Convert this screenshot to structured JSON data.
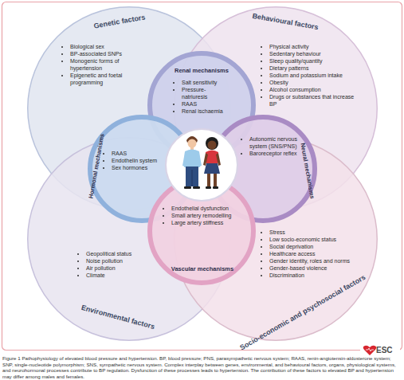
{
  "diagram": {
    "caption": "Figure 1 Pathophysiology of elevated blood pressure and hypertension. BP, blood pressure; PNS, parasympathetic nervous system; RAAS, renin-angiotensin-aldosterone system; SNP, single-nucleotide polymorphism; SNS, sympathetic nervous system. Complex interplay between genes, environmental, and behavioural factors, organs, physiological systems, and neurohormonal processes contribute to BP regulation. Dysfunction of these processes leads to hypertension. The contribution of these factors to elevated BP and hypertension may differ among males and females.",
    "nodes": [
      {
        "text": [
          "Genetic factors",
          "Biological sex",
          "BP-associated SNPs",
          "Monogenic forms of hypertension",
          "Epigenetic and foetal programming"
        ]
      },
      {
        "text": [
          "Behavioural factors",
          "Physical activity",
          "Sedentary behaviour",
          "Sleep quality/quantity",
          "Dietary patterns",
          "Sodium and potassium intake",
          "Obesity",
          "Alcohol consumption",
          "Drugs or substances that increase BP"
        ]
      },
      {
        "text": [
          "Renal mechanisms",
          "Salt sensitivity",
          "Pressure- natriuresis",
          "RAAS",
          "Renal ischaemia"
        ]
      },
      {
        "text": [
          "Hormonal mechanisms",
          "RAAS",
          "Endothelin system",
          "Sex hormones"
        ]
      },
      {
        "text": [
          "Neural mechanisms",
          "Autonomic nervous system (SNS/PNS)",
          "Baroreceptor reflex"
        ]
      },
      {
        "text": [
          "Vascular mechanisms",
          "Endothelial dysfunction",
          "Small artery remodelling",
          "Large artery stiffness"
        ]
      },
      {
        "text": [
          "Environmental factors",
          "Geopolitical status",
          "Noise pollution",
          "Air pollution",
          "Climate"
        ]
      },
      {
        "text": [
          "Socio-economic and psychosocial factors",
          "Stress",
          "Low socio-economic status",
          "Social deprivation",
          "Healthcare access",
          "Gender identity, roles and norms",
          "Gender-based violence",
          "Discrimination"
        ]
      }
    ],
    "labels": [
      "ESC"
    ]
  }
}
